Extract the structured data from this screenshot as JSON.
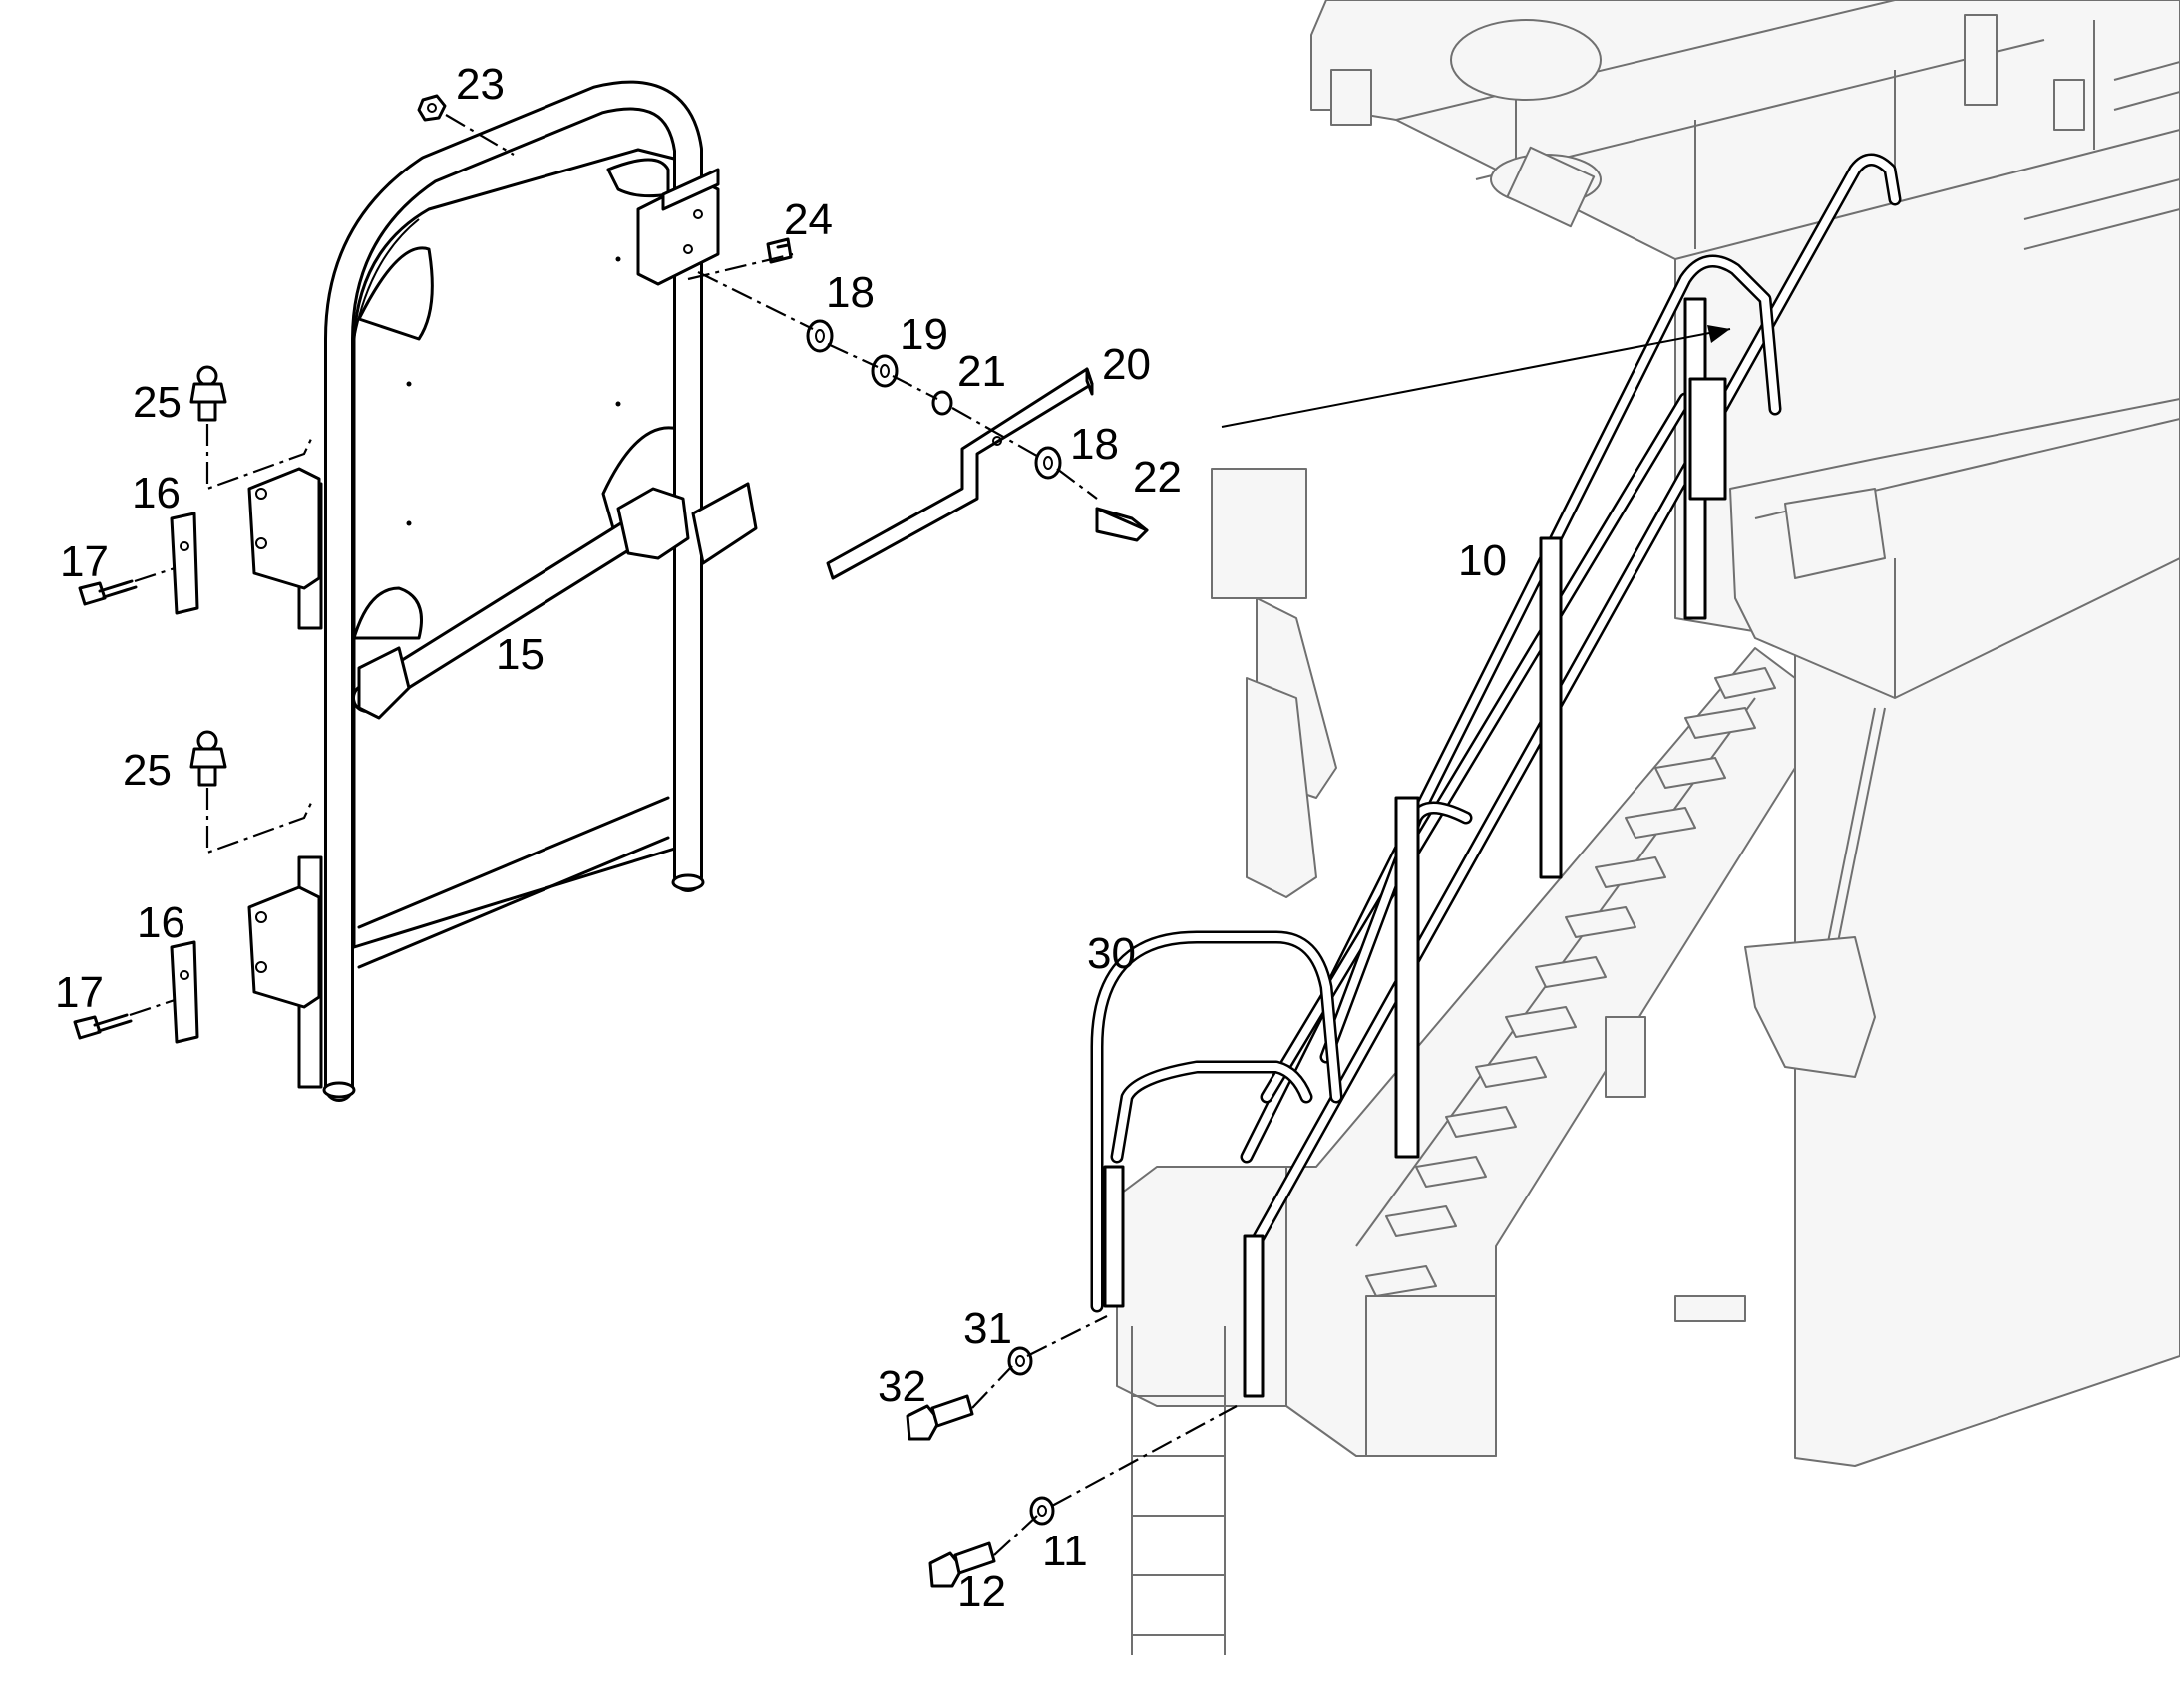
{
  "callouts": [
    {
      "id": "c23",
      "text": "23"
    },
    {
      "id": "c24",
      "text": "24"
    },
    {
      "id": "c18a",
      "text": "18"
    },
    {
      "id": "c19",
      "text": "19"
    },
    {
      "id": "c21",
      "text": "21"
    },
    {
      "id": "c20",
      "text": "20"
    },
    {
      "id": "c18b",
      "text": "18"
    },
    {
      "id": "c22",
      "text": "22"
    },
    {
      "id": "c25a",
      "text": "25"
    },
    {
      "id": "c16a",
      "text": "16"
    },
    {
      "id": "c17a",
      "text": "17"
    },
    {
      "id": "c15",
      "text": "15"
    },
    {
      "id": "c25b",
      "text": "25"
    },
    {
      "id": "c16b",
      "text": "16"
    },
    {
      "id": "c17b",
      "text": "17"
    },
    {
      "id": "c10",
      "text": "10"
    },
    {
      "id": "c30",
      "text": "30"
    },
    {
      "id": "c31",
      "text": "31"
    },
    {
      "id": "c32",
      "text": "32"
    },
    {
      "id": "c11",
      "text": "11"
    },
    {
      "id": "c12",
      "text": "12"
    }
  ]
}
